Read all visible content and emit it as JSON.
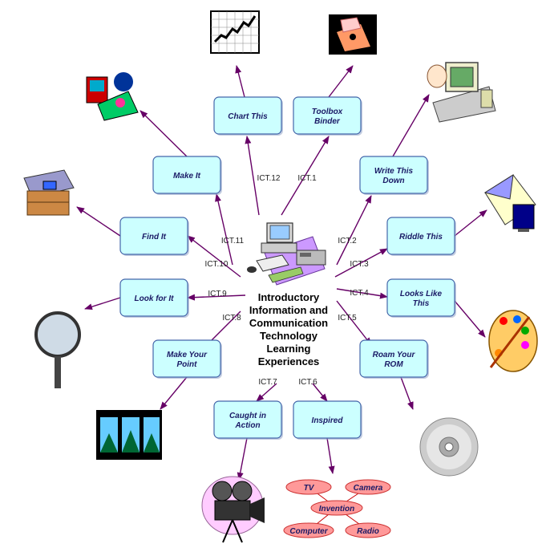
{
  "center": {
    "title_lines": [
      "Introductory",
      "Information and",
      "Communication",
      "Technology",
      "Learning",
      "Experiences"
    ],
    "icon": "computer-workstation-icon"
  },
  "nodes": [
    {
      "id": "chart-this",
      "lines": [
        "Chart This"
      ],
      "icon": "line-chart-icon"
    },
    {
      "id": "toolbox-binder",
      "lines": [
        "Toolbox",
        "Binder"
      ],
      "icon": "toolbox-icon"
    },
    {
      "id": "write-this-down",
      "lines": [
        "Write This",
        "Down"
      ],
      "icon": "typing-computer-icon"
    },
    {
      "id": "riddle-this",
      "lines": [
        "Riddle This"
      ],
      "icon": "email-monitor-icon"
    },
    {
      "id": "looks-like-this",
      "lines": [
        "Looks Like",
        "This"
      ],
      "icon": "paint-palette-icon"
    },
    {
      "id": "roam-your-rom",
      "lines": [
        "Roam Your",
        "ROM"
      ],
      "icon": "cd-rom-icon"
    },
    {
      "id": "inspired",
      "lines": [
        "Inspired"
      ],
      "icon": "invention-concept-map-icon"
    },
    {
      "id": "caught-in-action",
      "lines": [
        "Caught in",
        "Action"
      ],
      "icon": "movie-camera-icon"
    },
    {
      "id": "make-your-point",
      "lines": [
        "Make Your",
        "Point"
      ],
      "icon": "film-strip-icon"
    },
    {
      "id": "look-for-it",
      "lines": [
        "Look for It"
      ],
      "icon": "magnifying-glass-icon"
    },
    {
      "id": "find-it",
      "lines": [
        "Find It"
      ],
      "icon": "treasure-chest-icon"
    },
    {
      "id": "make-it",
      "lines": [
        "Make It"
      ],
      "icon": "multimedia-collage-icon"
    }
  ],
  "edge_labels": [
    "ICT.1",
    "ICT.2",
    "ICT.3",
    "ICT.4",
    "ICT.5",
    "ICT.6",
    "ICT.7",
    "ICT.8",
    "ICT.9",
    "ICT.10",
    "ICT.11",
    "ICT.12"
  ],
  "invention_map": {
    "center": "Invention",
    "items": [
      "TV",
      "Camera",
      "Computer",
      "Radio"
    ]
  },
  "colors": {
    "node_fill": "#ccffff",
    "node_stroke": "#4466aa",
    "arrow": "#660066",
    "oval_fill": "#ff9999",
    "oval_stroke": "#cc3333"
  }
}
